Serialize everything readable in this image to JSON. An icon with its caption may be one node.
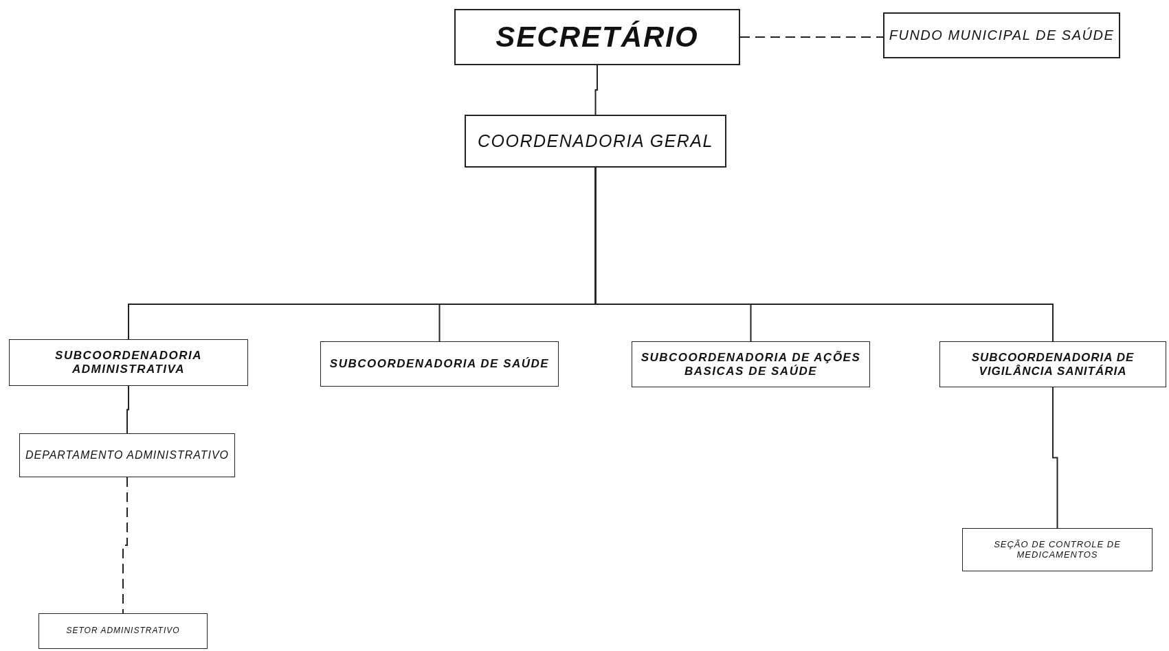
{
  "diagram": {
    "nodes": [
      {
        "text": [
          "SECRETÁRIO"
        ]
      },
      {
        "text": [
          "FUNDO MUNICIPAL DE SAÚDE"
        ]
      },
      {
        "text": [
          "COORDENADORIA GERAL"
        ]
      },
      {
        "text": [
          "SUBCOORDENADORIA ADMINISTRATIVA"
        ]
      },
      {
        "text": [
          "SUBCOORDENADORIA DE SAÚDE"
        ]
      },
      {
        "text": [
          "SUBCOORDENADORIA DE AÇÕES BASICAS DE SAÚDE"
        ]
      },
      {
        "text": [
          "SUBCOORDENADORIA DE VIGILÂNCIA SANITÁRIA"
        ]
      },
      {
        "text": [
          "DEPARTAMENTO ADMINISTRATIVO"
        ]
      },
      {
        "text": [
          "SETOR ADMINISTRATIVO"
        ]
      },
      {
        "text": [
          "SEÇÃO DE CONTROLE DE MEDICAMENTOS"
        ]
      }
    ],
    "edges": [
      {
        "from": 0,
        "to": 1,
        "arrow": "none",
        "style": "dashed"
      },
      {
        "from": 0,
        "to": 2,
        "arrow": "none"
      },
      {
        "from": 2,
        "to": 3,
        "arrow": "none"
      },
      {
        "from": 2,
        "to": 4,
        "arrow": "none"
      },
      {
        "from": 2,
        "to": 5,
        "arrow": "none"
      },
      {
        "from": 2,
        "to": 6,
        "arrow": "none"
      },
      {
        "from": 3,
        "to": 7,
        "arrow": "none"
      },
      {
        "from": 7,
        "to": 8,
        "arrow": "none",
        "style": "dashed"
      },
      {
        "from": 6,
        "to": 9,
        "arrow": "none"
      }
    ]
  }
}
